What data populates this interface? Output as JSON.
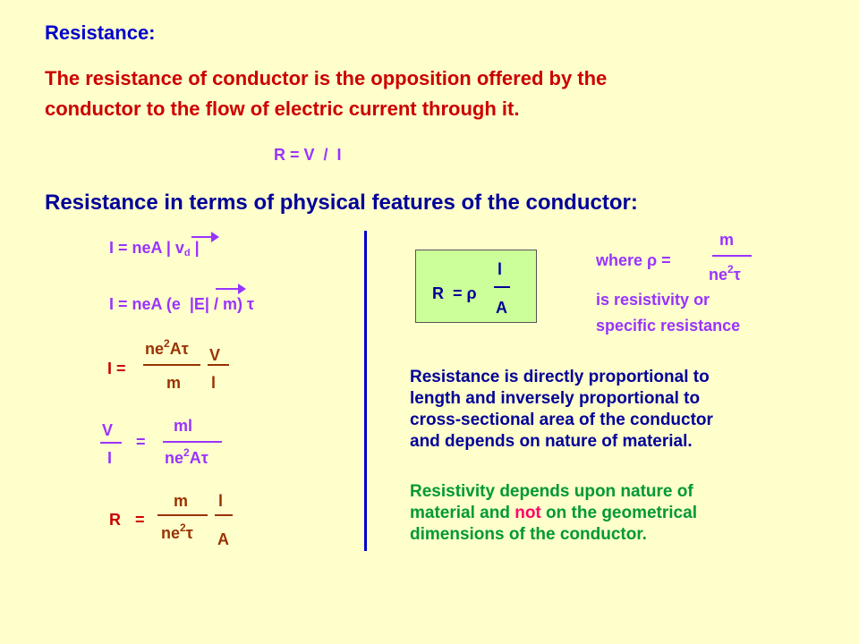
{
  "heading": "Resistance:",
  "definition": [
    "The resistance of conductor is the opposition offered by the",
    "conductor to the flow of electric current through it."
  ],
  "ohm_law": "R = V  /  I",
  "subheading": "Resistance in terms of physical features of the conductor:",
  "derivation": {
    "eq1_left": "I = neA | v",
    "eq1_sub": "d",
    "eq1_right": " |",
    "eq2": "I = neA (e  |E| / m) τ",
    "eq3_lhs": "I =",
    "eq3_num": "ne",
    "eq3_num_sup": "2",
    "eq3_num_rest": "Aτ",
    "eq3_den": "m",
    "eq3_frac2_num": "V",
    "eq3_frac2_den": "l",
    "eq4_num": "V",
    "eq4_den": "I",
    "eq4_eq": "=",
    "eq4_rnum": "ml",
    "eq4_rden": "ne",
    "eq4_rden_sup": "2",
    "eq4_rden_rest": "Aτ",
    "eq5_lhs": "R",
    "eq5_eq": "=",
    "eq5_num": "m",
    "eq5_den": "ne",
    "eq5_den_sup": "2",
    "eq5_den_rest": "τ",
    "eq5_frac2_num": "l",
    "eq5_frac2_den": "A"
  },
  "boxed": {
    "lhs": "R  = ρ",
    "num": "l",
    "den": "A"
  },
  "rho": {
    "where": "where ρ =",
    "num": "m",
    "den": "ne",
    "den_sup": "2",
    "den_rest": "τ",
    "line1": "is resistivity or",
    "line2": "specific resistance"
  },
  "para1": [
    "Resistance is directly proportional to",
    "length and inversely proportional to",
    "cross-sectional area of the conductor",
    "and depends on nature of material."
  ],
  "para2": {
    "line1": "Resistivity depends upon nature of",
    "line2_a": "material and ",
    "line2_not": "not",
    "line2_b": " on the geometrical",
    "line3": "dimensions of the conductor."
  },
  "colors": {
    "background": "#ffffcc",
    "heading": "#0000cc",
    "definition": "#cc0000",
    "formula": "#9933ff",
    "divider": "#0000cc",
    "para2": "#009933",
    "emphasis": "#ff0066"
  }
}
